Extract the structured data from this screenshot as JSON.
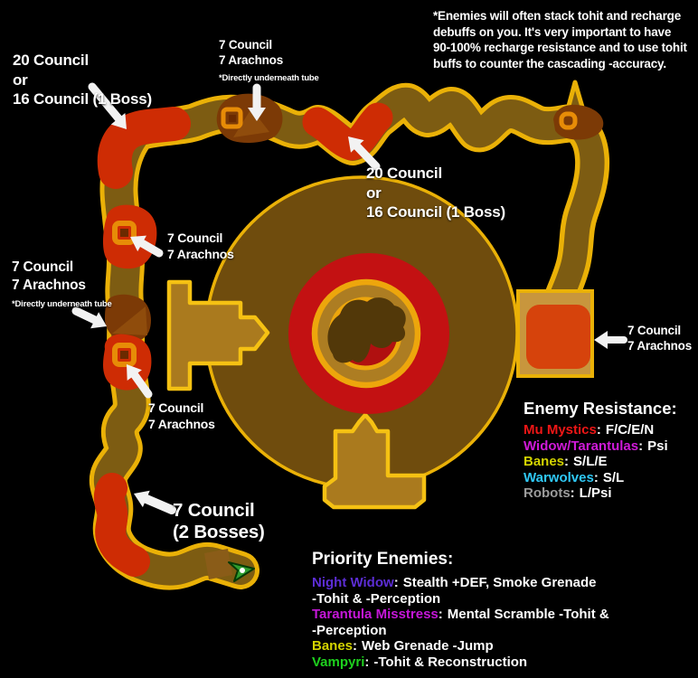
{
  "theme": {
    "bg": "#000000",
    "textWhite": "#ffffff",
    "gold": "#eab107",
    "goldBright": "#f5c113",
    "gold2": "#eda60c",
    "olive": "#7d5c12",
    "oliveLight": "#8a5c18",
    "red": "#ce2c04",
    "darkRoom": "#7c3a06",
    "darkRoomLight": "#8f4c0c",
    "darkCore": "#6b2a00",
    "chamber": "#6f4c0d",
    "tan": "#aa7a1e",
    "roomTan": "#c8963d",
    "roomOrange": "#d6430c",
    "redDisc": "#c31112",
    "ringTan": "#ad7d22",
    "innerRed": "#b01010",
    "blob": "#523809",
    "markerGreen": "#2f9e2f",
    "orangeSquare": "#e78c07",
    "arrowWhite": "#f2f2f2"
  },
  "note": {
    "lines": [
      "*Enemies will often stack tohit and recharge",
      "debuffs on you. It's very important to have",
      "90-100% recharge resistance and to use tohit",
      "buffs to counter the cascading -accuracy."
    ]
  },
  "labels": {
    "top_left": {
      "line1": "20 Council",
      "line2": "or",
      "line3": "16 Council (1 Boss)"
    },
    "top_mid": {
      "line1": "7 Council",
      "line2": "7 Arachnos",
      "note": "*Directly underneath tube"
    },
    "mid": {
      "line1": "20 Council",
      "line2": "or",
      "line3": "16 Council (1 Boss)"
    },
    "left_room1": {
      "line1": "7 Council",
      "line2": "7 Arachnos"
    },
    "left_mid": {
      "line1": "7 Council",
      "line2": "7 Arachnos",
      "note": "*Directly underneath tube"
    },
    "left_room2": {
      "line1": "7 Council",
      "line2": "7 Arachnos"
    },
    "bottom": {
      "line1": "7 Council",
      "line2": "(2 Bosses)"
    },
    "right_room": {
      "line1": "7 Council",
      "line2": "7 Arachnos"
    }
  },
  "enemy_resistance": {
    "title": "Enemy Resistance:",
    "sep": ":",
    "items": [
      {
        "name": "Mu Mystics",
        "value": "F/C/E/N",
        "color": "#ee1616"
      },
      {
        "name": "Widow/Tarantulas",
        "value": "Psi",
        "color": "#cf1ad8"
      },
      {
        "name": "Banes",
        "value": "S/L/E",
        "color": "#d3d300"
      },
      {
        "name": "Warwolves",
        "value": "S/L",
        "color": "#2fc8f5"
      },
      {
        "name": "Robots",
        "value": "L/Psi",
        "color": "#9b9b9b"
      }
    ]
  },
  "priority_enemies": {
    "title": "Priority Enemies:",
    "sep": ":",
    "items": [
      {
        "name": "Night Widow",
        "desc": "Stealth +DEF, Smoke Grenade\n-Tohit & -Perception",
        "color": "#5c2dd5"
      },
      {
        "name": "Tarantula Misstress",
        "desc": "Mental Scramble -Tohit &\n-Perception",
        "color": "#c517d8"
      },
      {
        "name": "Banes",
        "desc": "Web Grenade -Jump",
        "color": "#d3d300"
      },
      {
        "name": "Vampyri",
        "desc": "-Tohit & Reconstruction",
        "color": "#1ed11e"
      }
    ]
  }
}
